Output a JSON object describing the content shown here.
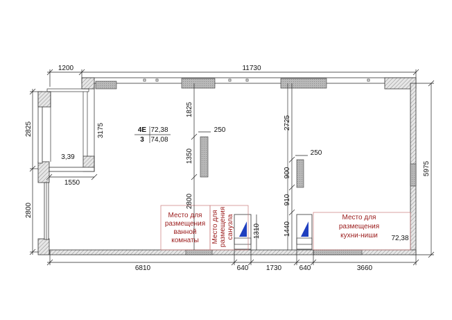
{
  "dimensions": {
    "top_left": "1200",
    "top_total": "11730",
    "left_upper": "2825",
    "left_lower": "2800",
    "loggia_depth": "3175",
    "loggia_width": "1550",
    "bath_upper": "1825",
    "pier_width_left": "250",
    "pier_height_left": "1350",
    "bath_lower": "2800",
    "kitchen_upper": "2725",
    "pier_width_right": "250",
    "pier_height_right": "900",
    "kitchen_gap": "910",
    "kitchen_lower": "1440",
    "toilet_depth": "1310",
    "right_total": "5975",
    "bottom_left": "6810",
    "bottom_door_left": "640",
    "bottom_middle": "1730",
    "bottom_door_right": "640",
    "bottom_right": "3660"
  },
  "areas": {
    "loggia": "3,39",
    "room_code": "4E",
    "room_area": "72,38",
    "total_code": "3",
    "total_area": "74,08",
    "kitchen_area": "72,38"
  },
  "zones": {
    "bathroom": [
      "Место для",
      "размещения",
      "ванной",
      "комнаты"
    ],
    "toilet": [
      "Место для",
      "размещения",
      "санузла"
    ],
    "kitchen": [
      "Место для",
      "размещения",
      "кухни-ниши"
    ]
  },
  "colors": {
    "zone_text": "#9a1a1a",
    "zone_border": "#c97a7a",
    "riser_fill": "#1f3fbf"
  }
}
